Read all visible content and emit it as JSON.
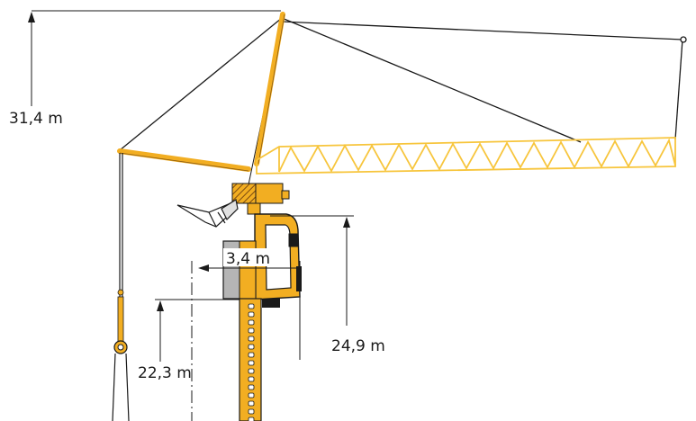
{
  "dimensions": {
    "total_height": "31,4 m",
    "jib_height": "24,9 m",
    "base_height": "22,3 m",
    "slewing_radius": "3,4 m"
  },
  "colors": {
    "crane_yellow": "#f2ae22",
    "jib_lattice": "#f7c53c",
    "counterweight_gray": "#b5b5b5",
    "line": "#1a1a1a"
  }
}
